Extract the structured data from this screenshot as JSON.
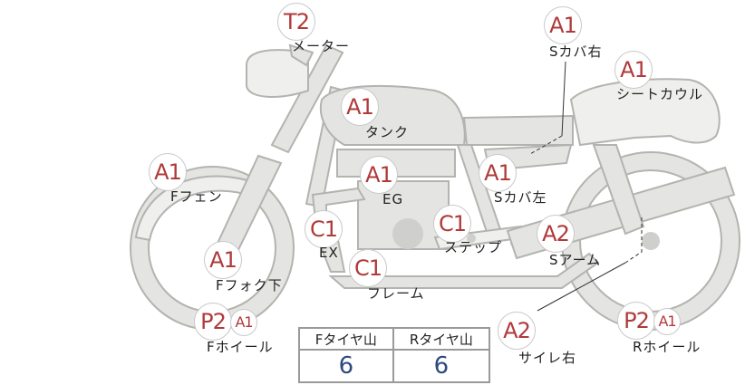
{
  "parts": [
    {
      "id": "meter",
      "grade": "T2",
      "label": "メーター"
    },
    {
      "id": "s-cover-right",
      "grade": "A1",
      "label": "Sカバ右"
    },
    {
      "id": "seat-cowl",
      "grade": "A1",
      "label": "シートカウル"
    },
    {
      "id": "tank",
      "grade": "A1",
      "label": "タンク"
    },
    {
      "id": "f-fender",
      "grade": "A1",
      "label": "Fフェン"
    },
    {
      "id": "eg",
      "grade": "A1",
      "label": "EG"
    },
    {
      "id": "s-cover-left",
      "grade": "A1",
      "label": "Sカバ左"
    },
    {
      "id": "ex",
      "grade": "C1",
      "label": "EX"
    },
    {
      "id": "step",
      "grade": "C1",
      "label": "ステップ"
    },
    {
      "id": "s-arm",
      "grade": "A2",
      "label": "Sアーム"
    },
    {
      "id": "f-fork-lower",
      "grade": "A1",
      "label": "Fフォク下"
    },
    {
      "id": "frame",
      "grade": "C1",
      "label": "フレーム"
    },
    {
      "id": "f-wheel",
      "grade": "P2",
      "grade2": "A1",
      "label": "Fホイール"
    },
    {
      "id": "silencer-right",
      "grade": "A2",
      "label": "サイレ右"
    },
    {
      "id": "r-wheel",
      "grade": "P2",
      "grade2": "A1",
      "label": "Rホイール"
    }
  ],
  "tire_table": {
    "headers": [
      "Fタイヤ山",
      "Rタイヤ山"
    ],
    "values": [
      "6",
      "6"
    ]
  }
}
